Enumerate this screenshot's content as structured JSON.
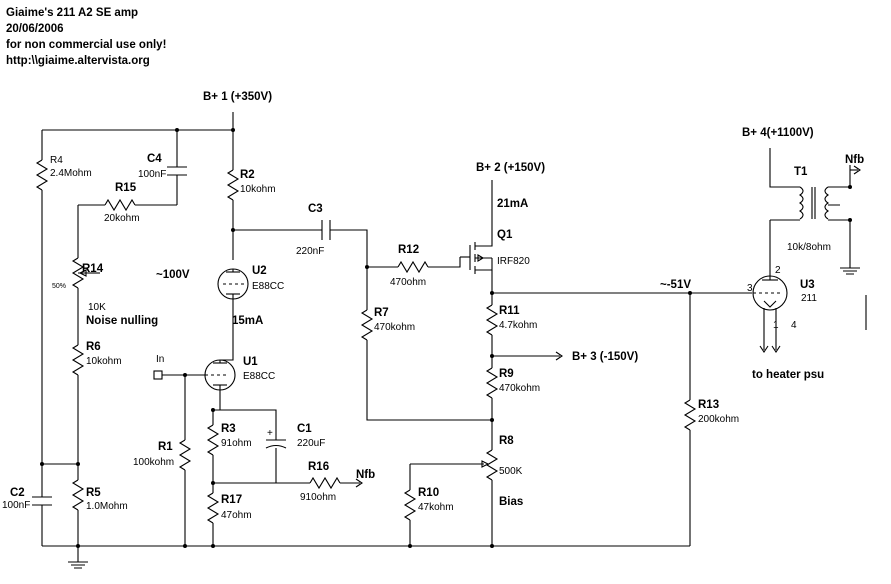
{
  "header": {
    "line1": "Giaime's 211 A2 SE amp",
    "line2": "20/06/2006",
    "line3": "for non commercial use only!",
    "line4": "http:\\\\giaime.altervista.org"
  },
  "rails": {
    "b1": "B+ 1 (+350V)",
    "b2": "B+ 2 (+150V)",
    "b3": "B+ 3 (-150V)",
    "b4": "B+ 4(+1100V)"
  },
  "annotations": {
    "v100": "~100V",
    "ma15": "15mA",
    "ma21": "21mA",
    "v51": "~-51V",
    "noise": "Noise nulling",
    "bias": "Bias",
    "heater": "to heater psu",
    "in": "In",
    "nfb_r16": "Nfb",
    "nfb_t1": "Nfb",
    "pct50": "50%"
  },
  "components": {
    "R1": {
      "ref": "R1",
      "value": "100kohm"
    },
    "R2": {
      "ref": "R2",
      "value": "10kohm"
    },
    "R3": {
      "ref": "R3",
      "value": "91ohm"
    },
    "R4": {
      "ref": "R4",
      "value": "2.4Mohm"
    },
    "R5": {
      "ref": "R5",
      "value": "1.0Mohm"
    },
    "R6": {
      "ref": "R6",
      "value": "10kohm"
    },
    "R7": {
      "ref": "R7",
      "value": "470kohm"
    },
    "R8": {
      "ref": "R8",
      "value": "500K"
    },
    "R9": {
      "ref": "R9",
      "value": "470kohm"
    },
    "R10": {
      "ref": "R10",
      "value": "47kohm"
    },
    "R11": {
      "ref": "R11",
      "value": "4.7kohm"
    },
    "R12": {
      "ref": "R12",
      "value": "470ohm"
    },
    "R13": {
      "ref": "R13",
      "value": "200kohm"
    },
    "R14": {
      "ref": "R14",
      "value": "10K"
    },
    "R15": {
      "ref": "R15",
      "value": "20kohm"
    },
    "R16": {
      "ref": "R16",
      "value": "910ohm"
    },
    "R17": {
      "ref": "R17",
      "value": "47ohm"
    },
    "C1": {
      "ref": "C1",
      "value": "220uF"
    },
    "C2": {
      "ref": "C2",
      "value": "100nF"
    },
    "C3": {
      "ref": "C3",
      "value": "220nF"
    },
    "C4": {
      "ref": "C4",
      "value": "100nF"
    },
    "U1": {
      "ref": "U1",
      "value": "E88CC"
    },
    "U2": {
      "ref": "U2",
      "value": "E88CC"
    },
    "U3": {
      "ref": "U3",
      "value": "211"
    },
    "Q1": {
      "ref": "Q1",
      "value": "IRF820"
    },
    "T1": {
      "ref": "T1",
      "value": "10k/8ohm"
    }
  },
  "pins": {
    "p1": "1",
    "p2": "2",
    "p3": "3",
    "p4": "4"
  }
}
